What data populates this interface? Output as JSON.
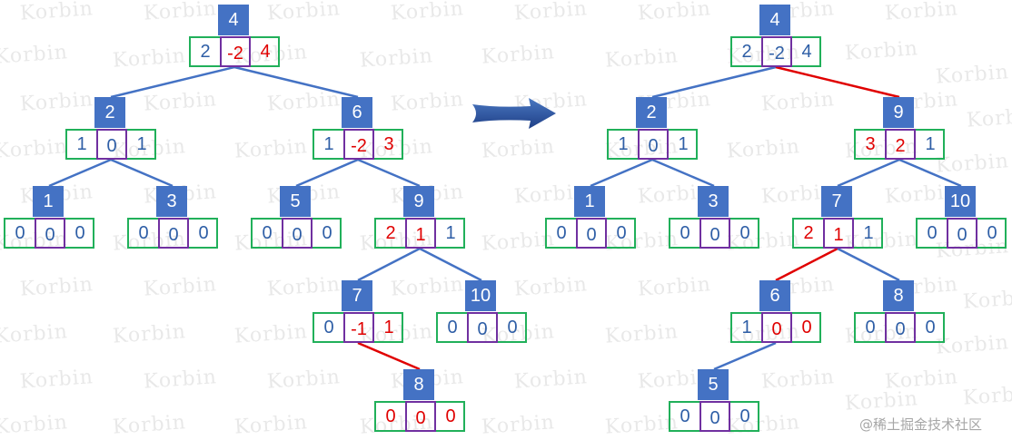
{
  "watermark": {
    "text": "Korbin"
  },
  "credit": "@稀土掘金技术社区",
  "colors": {
    "node_key_bg": "#4472c4",
    "row_border": "#21b05a",
    "center_border": "#7030a0",
    "edge_normal": "#4472c4",
    "edge_highlight": "#e00000",
    "text_blue": "#2e5ea6",
    "text_red": "#e00000"
  },
  "before_tree": {
    "nodes": [
      {
        "id": "b4",
        "key": "4",
        "left": "2",
        "center": "-2",
        "right": "4",
        "red": [
          false,
          true,
          true
        ]
      },
      {
        "id": "b2",
        "key": "2",
        "left": "1",
        "center": "0",
        "right": "1",
        "red": [
          false,
          false,
          false
        ]
      },
      {
        "id": "b6",
        "key": "6",
        "left": "1",
        "center": "-2",
        "right": "3",
        "red": [
          false,
          true,
          true
        ]
      },
      {
        "id": "b1",
        "key": "1",
        "left": "0",
        "center": "0",
        "right": "0",
        "red": [
          false,
          false,
          false
        ]
      },
      {
        "id": "b3",
        "key": "3",
        "left": "0",
        "center": "0",
        "right": "0",
        "red": [
          false,
          false,
          false
        ]
      },
      {
        "id": "b5",
        "key": "5",
        "left": "0",
        "center": "0",
        "right": "0",
        "red": [
          false,
          false,
          false
        ]
      },
      {
        "id": "b9",
        "key": "9",
        "left": "2",
        "center": "1",
        "right": "1",
        "red": [
          true,
          true,
          false
        ]
      },
      {
        "id": "b7",
        "key": "7",
        "left": "0",
        "center": "-1",
        "right": "1",
        "red": [
          false,
          true,
          true
        ]
      },
      {
        "id": "b10",
        "key": "10",
        "left": "0",
        "center": "0",
        "right": "0",
        "red": [
          false,
          false,
          false
        ]
      },
      {
        "id": "b8",
        "key": "8",
        "left": "0",
        "center": "0",
        "right": "0",
        "red": [
          true,
          true,
          true
        ]
      }
    ],
    "edges": [
      {
        "from": "b4",
        "to": "b2",
        "highlight": false
      },
      {
        "from": "b4",
        "to": "b6",
        "highlight": false
      },
      {
        "from": "b2",
        "to": "b1",
        "highlight": false
      },
      {
        "from": "b2",
        "to": "b3",
        "highlight": false
      },
      {
        "from": "b6",
        "to": "b5",
        "highlight": false
      },
      {
        "from": "b6",
        "to": "b9",
        "highlight": false
      },
      {
        "from": "b9",
        "to": "b7",
        "highlight": false
      },
      {
        "from": "b9",
        "to": "b10",
        "highlight": false
      },
      {
        "from": "b7",
        "to": "b8",
        "highlight": true
      }
    ]
  },
  "after_tree": {
    "nodes": [
      {
        "id": "a4",
        "key": "4",
        "left": "2",
        "center": "-2",
        "right": "4",
        "red": [
          false,
          false,
          false
        ]
      },
      {
        "id": "a2",
        "key": "2",
        "left": "1",
        "center": "0",
        "right": "1",
        "red": [
          false,
          false,
          false
        ]
      },
      {
        "id": "a9",
        "key": "9",
        "left": "3",
        "center": "2",
        "right": "1",
        "red": [
          true,
          true,
          false
        ]
      },
      {
        "id": "a1",
        "key": "1",
        "left": "0",
        "center": "0",
        "right": "0",
        "red": [
          false,
          false,
          false
        ]
      },
      {
        "id": "a3",
        "key": "3",
        "left": "0",
        "center": "0",
        "right": "0",
        "red": [
          false,
          false,
          false
        ]
      },
      {
        "id": "a7",
        "key": "7",
        "left": "2",
        "center": "1",
        "right": "1",
        "red": [
          true,
          true,
          false
        ]
      },
      {
        "id": "a10",
        "key": "10",
        "left": "0",
        "center": "0",
        "right": "0",
        "red": [
          false,
          false,
          false
        ]
      },
      {
        "id": "a6",
        "key": "6",
        "left": "1",
        "center": "0",
        "right": "0",
        "red": [
          false,
          true,
          true
        ]
      },
      {
        "id": "a8",
        "key": "8",
        "left": "0",
        "center": "0",
        "right": "0",
        "red": [
          false,
          false,
          false
        ]
      },
      {
        "id": "a5",
        "key": "5",
        "left": "0",
        "center": "0",
        "right": "0",
        "red": [
          false,
          false,
          false
        ]
      }
    ],
    "edges": [
      {
        "from": "a4",
        "to": "a2",
        "highlight": false
      },
      {
        "from": "a4",
        "to": "a9",
        "highlight": true
      },
      {
        "from": "a2",
        "to": "a1",
        "highlight": false
      },
      {
        "from": "a2",
        "to": "a3",
        "highlight": false
      },
      {
        "from": "a9",
        "to": "a7",
        "highlight": false
      },
      {
        "from": "a9",
        "to": "a10",
        "highlight": false
      },
      {
        "from": "a7",
        "to": "a6",
        "highlight": true
      },
      {
        "from": "a7",
        "to": "a8",
        "highlight": false
      },
      {
        "from": "a6",
        "to": "a5",
        "highlight": false
      }
    ]
  },
  "transition_arrow": {
    "icon": "right-arrow-icon"
  }
}
